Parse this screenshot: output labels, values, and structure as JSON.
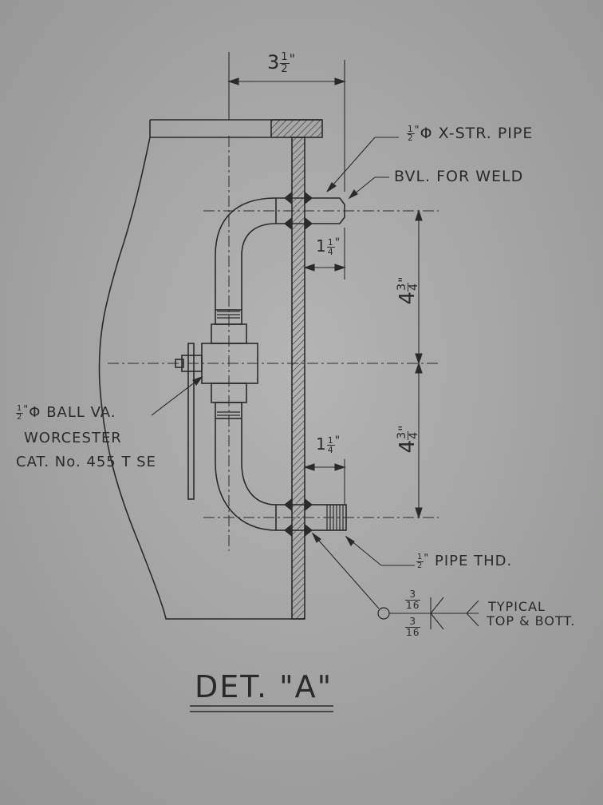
{
  "title": "DET. \"A\"",
  "dimensions": {
    "top_width": {
      "whole": "3",
      "num": "1",
      "den": "2",
      "unit": "\""
    },
    "upper_offset": {
      "whole": "1",
      "num": "1",
      "den": "4",
      "unit": "\""
    },
    "lower_offset": {
      "whole": "1",
      "num": "1",
      "den": "4",
      "unit": "\""
    },
    "upper_height": {
      "whole": "4",
      "num": "3",
      "den": "4",
      "unit": "\""
    },
    "lower_height": {
      "whole": "4",
      "num": "3",
      "den": "4",
      "unit": "\""
    }
  },
  "callouts": {
    "pipe": {
      "num": "1",
      "den": "2",
      "unit": "\"",
      "symbol": "Φ",
      "text": "X-STR. PIPE"
    },
    "bevel": "BVL. FOR WELD",
    "valve_line1_frac": {
      "num": "1",
      "den": "2",
      "unit": "\"",
      "symbol": "Φ"
    },
    "valve_line1_text": "BALL VA.",
    "valve_line2": "WORCESTER",
    "valve_line3": "CAT. No. 455 T SE",
    "thread": {
      "num": "1",
      "den": "2",
      "unit": "\"",
      "text": "PIPE THD."
    },
    "weld_size_top": {
      "num": "3",
      "den": "16"
    },
    "weld_size_bottom": {
      "num": "3",
      "den": "16"
    },
    "weld_note_line1": "TYPICAL",
    "weld_note_line2": "TOP & BOTT."
  },
  "colors": {
    "paper": "#a9aaa9",
    "ink": "#2a2a2a",
    "hatch": "#3a3a3a"
  }
}
